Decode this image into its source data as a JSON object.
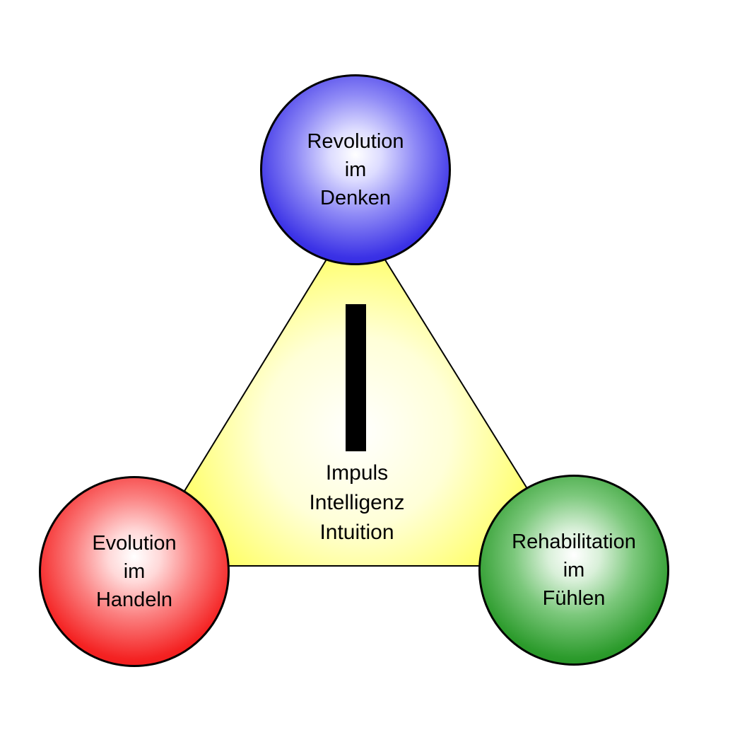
{
  "diagram": {
    "background_color": "#ffffff",
    "triangle": {
      "fill_color": "#ffff00",
      "center_fade_color": "#ffffff",
      "outline_color": "#000000"
    },
    "center": {
      "bar_symbol": "vertical-i-bar",
      "bar_color": "#000000",
      "label_lines": [
        "Impuls",
        "Intelligenz",
        "Intuition"
      ]
    },
    "nodes": {
      "top": {
        "lines": [
          "Revolution",
          "im",
          "Denken"
        ],
        "color": "#1c13cf"
      },
      "left": {
        "lines": [
          "Evolution",
          "im",
          "Handeln"
        ],
        "color": "#e30b0b"
      },
      "right": {
        "lines": [
          "Rehabilitation",
          "im",
          "Fühlen"
        ],
        "color": "#127b12"
      }
    }
  }
}
